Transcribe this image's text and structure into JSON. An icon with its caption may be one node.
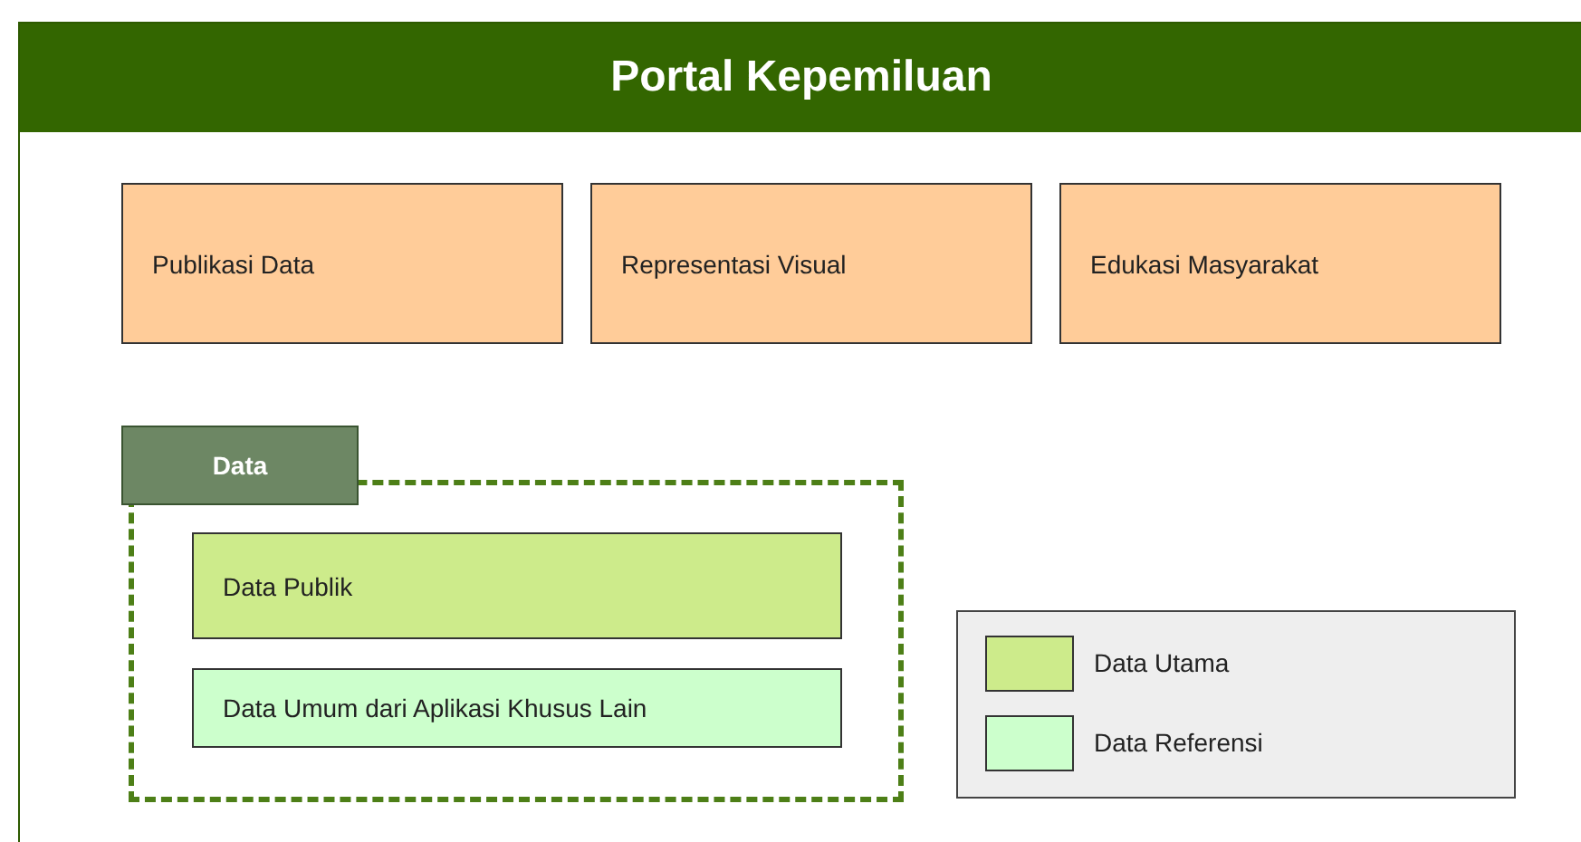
{
  "diagram": {
    "nodes": [
      {
        "text": [
          "Portal Kepemiluan"
        ]
      },
      {
        "text": [
          "Publikasi Data"
        ],
        "in": 0
      },
      {
        "text": [
          "Representasi Visual"
        ],
        "in": 0
      },
      {
        "text": [
          "Edukasi Masyarakat"
        ],
        "in": 0
      },
      {
        "text": [
          "Data"
        ],
        "in": 0
      },
      {
        "text": [
          "Data Publik"
        ],
        "in": 4
      },
      {
        "text": [
          "Data Umum dari Aplikasi Khusus Lain"
        ],
        "in": 4
      }
    ],
    "legend": [
      {
        "text": "Data Utama",
        "color": "#cdeb8b"
      },
      {
        "text": "Data Referensi",
        "color": "#ccffcc"
      }
    ]
  }
}
